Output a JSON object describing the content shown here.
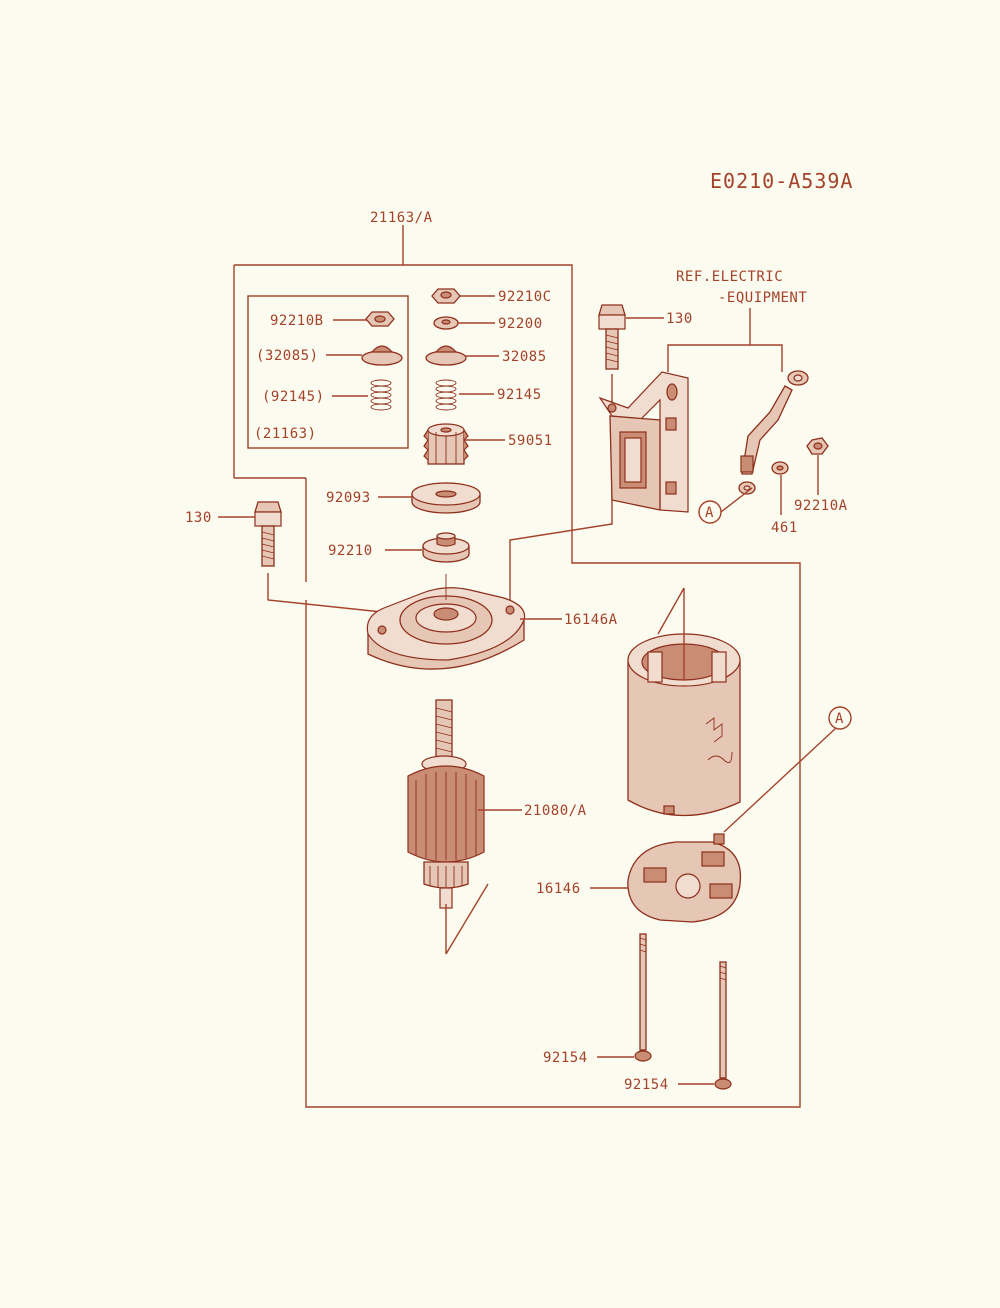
{
  "diagram_code": "E0210-A539A",
  "ref_note": [
    "REF.ELECTRIC",
    "-EQUIPMENT"
  ],
  "callout_letter": "A",
  "parts": {
    "p21163A": "21163/A",
    "p92210C": "92210C",
    "p92210B": "92210B",
    "p92200": "92200",
    "p130_top": "130",
    "p32085_inner": "(32085)",
    "p32085": "32085",
    "p92145_inner": "(92145)",
    "p92145": "92145",
    "p21163_inner": "(21163)",
    "p59051": "59051",
    "p92093": "92093",
    "p130_left": "130",
    "p92210": "92210",
    "p92210A": "92210A",
    "p461": "461",
    "p16146A": "16146A",
    "p21080A": "21080/A",
    "p16146": "16146",
    "p92154_a": "92154",
    "p92154_b": "92154"
  },
  "colors": {
    "ink": "#a4422a",
    "background": "#fbfbf0"
  }
}
